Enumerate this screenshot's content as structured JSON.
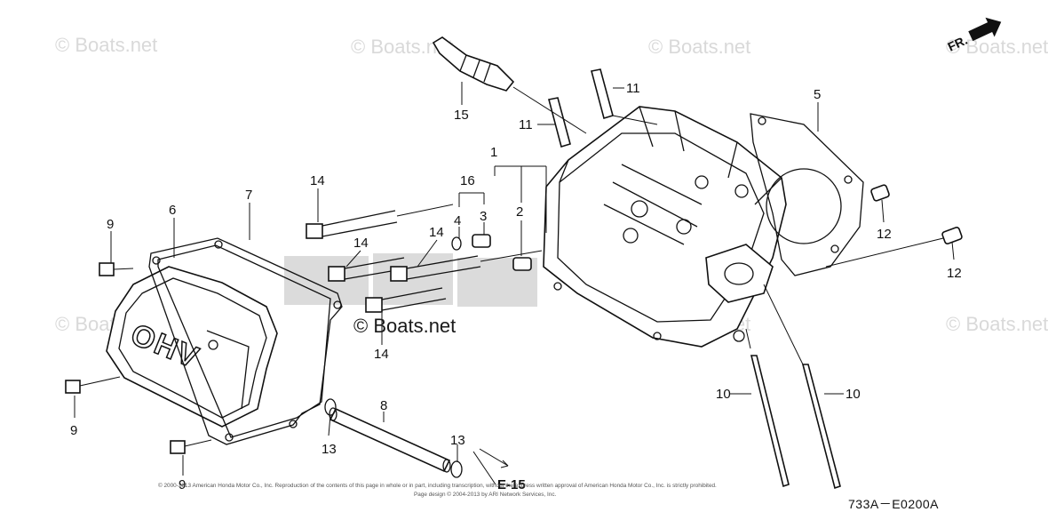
{
  "watermark": {
    "text": "© Boats.net",
    "center_text": "© Boats.net"
  },
  "callouts": {
    "c1": "1",
    "c2": "2",
    "c3": "3",
    "c4": "4",
    "c5": "5",
    "c6": "6",
    "c7": "7",
    "c8": "8",
    "c9a": "9",
    "c9b": "9",
    "c9c": "9",
    "c10a": "10",
    "c10b": "10",
    "c11a": "11",
    "c11b": "11",
    "c12a": "12",
    "c12b": "12",
    "c13a": "13",
    "c13b": "13",
    "c14a": "14",
    "c14b": "14",
    "c14c": "14",
    "c14d": "14",
    "c15": "15",
    "c16": "16"
  },
  "direction_label": "FR.",
  "embossed_text": "OHV",
  "reference": "E-15",
  "diagram_code": "733A－E0200A",
  "copyright": {
    "line1": "© 2000-2013 American Honda Motor Co., Inc. Reproduction of the contents of this page in whole or in part, including transcription, without the express written approval of American Honda Motor Co., Inc. is strictly prohibited.",
    "line2": "Page design © 2004-2013 by ARI Network Services, Inc."
  }
}
